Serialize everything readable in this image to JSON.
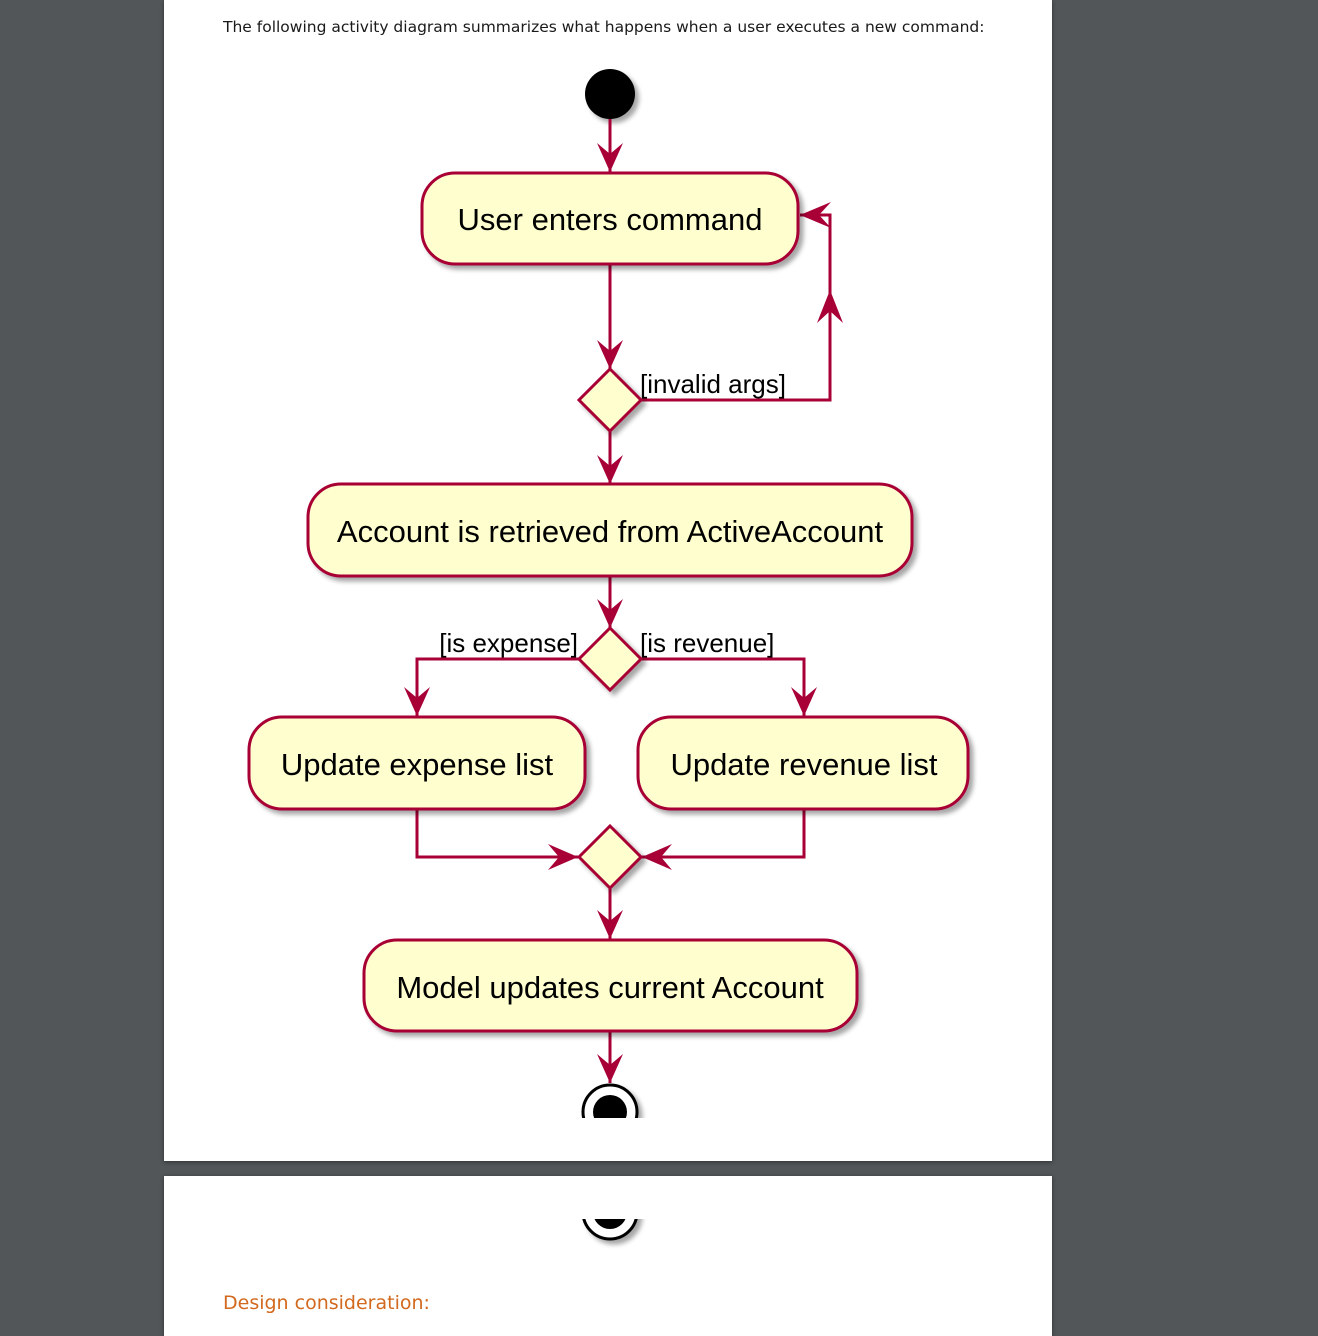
{
  "document": {
    "intro": "The following activity diagram summarizes what happens when a user executes a new command:",
    "next_heading": "Design consideration:"
  },
  "diagram": {
    "actions": {
      "enter_command": "User enters command",
      "retrieve_account": "Account is retrieved from ActiveAccount",
      "update_expense": "Update expense list",
      "update_revenue": "Update revenue list",
      "model_update": "Model updates current Account"
    },
    "guards": {
      "invalid_args": "[invalid args]",
      "is_expense": "[is expense]",
      "is_revenue": "[is revenue]"
    },
    "colors": {
      "node_fill": "#fefece",
      "border": "#a80036",
      "heading": "#d2691e",
      "viewer_background": "#525659"
    }
  }
}
